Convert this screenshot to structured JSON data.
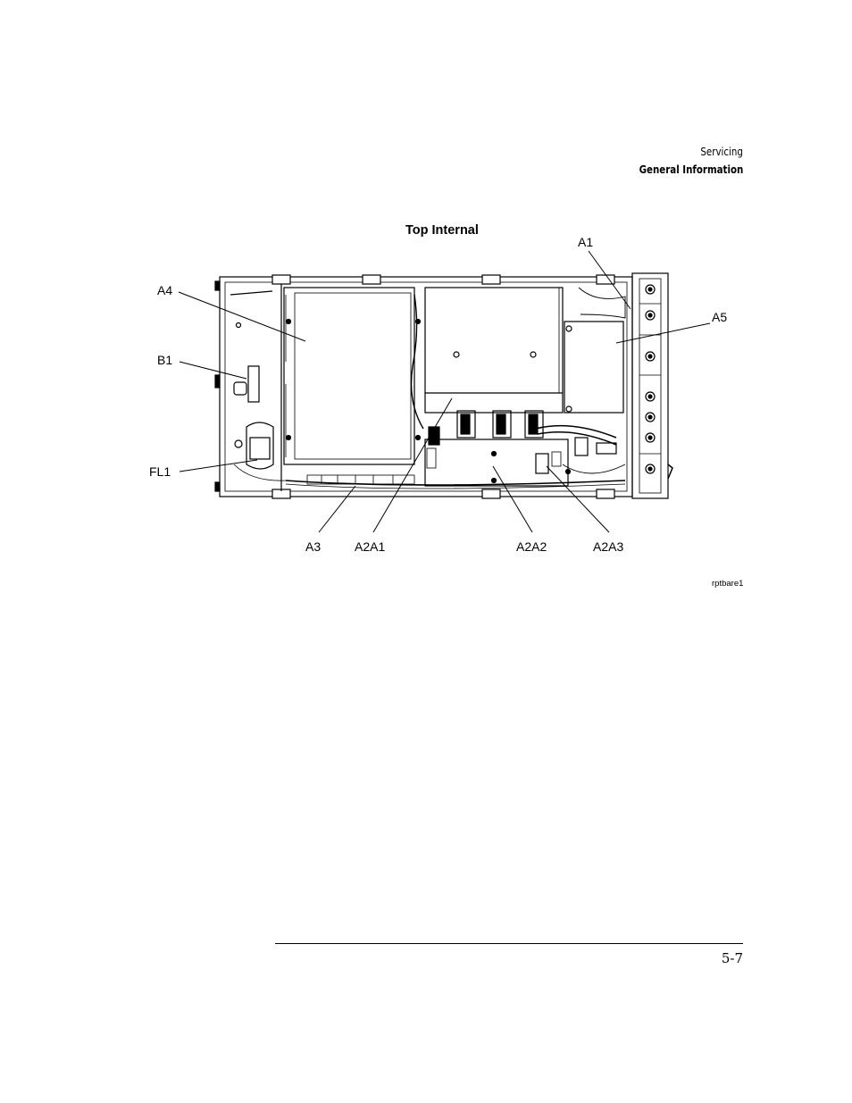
{
  "header": {
    "section": "Servicing",
    "chapter": "General Information"
  },
  "figure": {
    "title": "Top Internal",
    "id": "rptbare1",
    "callouts": {
      "a1": "A1",
      "a4": "A4",
      "a5": "A5",
      "b1": "B1",
      "fl1": "FL1",
      "a3": "A3",
      "a2a1": "A2A1",
      "a2a2": "A2A2",
      "a2a3": "A2A3"
    }
  },
  "footer": {
    "page_number": "5-7"
  }
}
